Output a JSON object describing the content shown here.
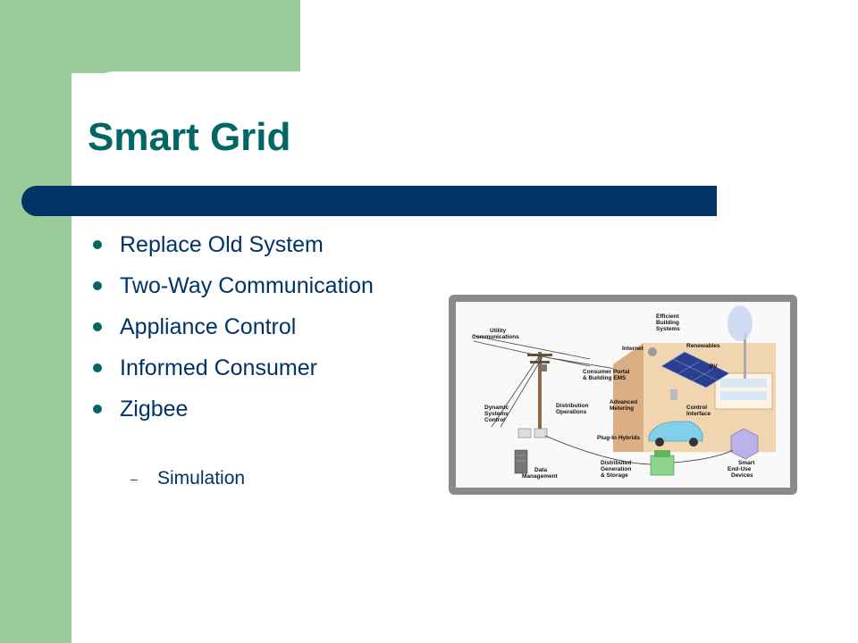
{
  "slide": {
    "title": "Smart Grid",
    "bullets": [
      "Replace Old System",
      "Two-Way Communication",
      "Appliance Control",
      "Informed Consumer",
      "Zigbee"
    ],
    "sub_bullet": "Simulation",
    "sub_bullet_marker": "–"
  },
  "diagram": {
    "labels": {
      "utility_communications": [
        "Utility",
        "Communications"
      ],
      "internet": "Internet",
      "efficient_building_systems": [
        "Efficient",
        "Building",
        "Systems"
      ],
      "renewables": "Renewables",
      "pv": "PV",
      "consumer_portal": [
        "Consumer Portal",
        "& Building EMS"
      ],
      "advanced_metering": [
        "Advanced",
        "Metering"
      ],
      "control_interface": [
        "Control",
        "Interface"
      ],
      "dynamic_systems_control": [
        "Dynamic",
        "Systems",
        "Control"
      ],
      "distribution_operations": [
        "Distribution",
        "Operations"
      ],
      "plug_in_hybrids": "Plug-In Hybrids",
      "data_management": [
        "Data",
        "Management"
      ],
      "distributed_generation": [
        "Distributed",
        "Generation",
        "& Storage"
      ],
      "smart_end_use_devices": [
        "Smart",
        "End-Use",
        "Devices"
      ]
    }
  },
  "colors": {
    "green_accent": "#99cc99",
    "title_teal": "#006666",
    "navy": "#003366"
  }
}
